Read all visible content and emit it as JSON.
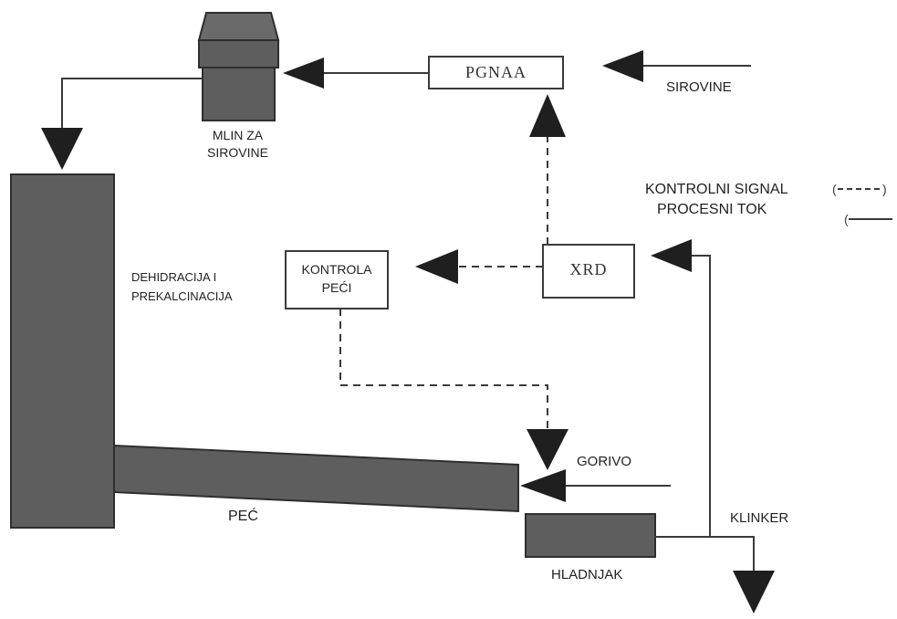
{
  "nodes": {
    "pgnaa": "PGNAA",
    "xrd": "XRD",
    "kiln_control": [
      "KONTROLA",
      "PEĆI"
    ],
    "raw_mill": [
      "MLIN ZA",
      "SIROVINE"
    ]
  },
  "labels": {
    "raw_materials": "SIROVINE",
    "dehydration": [
      "DEHIDRACIJA I",
      "PREKALCINACIJA"
    ],
    "kiln": "PEĆ",
    "fuel": "GORIVO",
    "clinker": "KLINKER",
    "cooler": "HLADNJAK"
  },
  "legend": {
    "control_signal": "KONTROLNI SIGNAL",
    "process_flow": "PROCESNI TOK"
  },
  "colors": {
    "equipment_fill": "#5e5e5e",
    "line": "#3a3a3a",
    "arrow": "#1f1f1f"
  }
}
